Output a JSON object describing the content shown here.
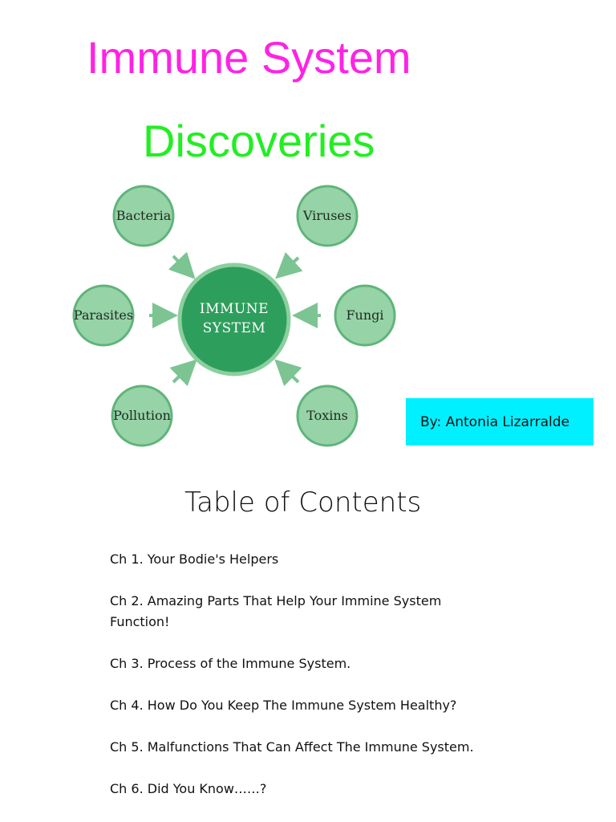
{
  "title": {
    "line1": "Immune System",
    "line2": "Discoveries",
    "line1_color": "#ff22e5",
    "line2_color": "#22ee22"
  },
  "diagram": {
    "center": [
      "IMMUNE",
      "SYSTEM"
    ],
    "nodes": [
      "Bacteria",
      "Viruses",
      "Parasites",
      "Fungi",
      "Pollution",
      "Toxins"
    ],
    "colors": {
      "node_fill": "#96d3a6",
      "node_stroke": "#5fb47a",
      "center_fill": "#2e9e5d",
      "arrow": "#7cc492"
    }
  },
  "author": {
    "text": "By: Antonia Lizarralde",
    "background": "#00f0ff"
  },
  "toc": {
    "heading": "Table of Contents",
    "chapters": [
      "Ch 1. Your Bodie's Helpers",
      "Ch 2. Amazing Parts That Help Your Immine System Function!",
      "Ch 3. Process of the Immune System.",
      "Ch 4. How Do You Keep The Immune System Healthy?",
      "Ch 5. Malfunctions That Can Affect The Immune System.",
      "Ch 6. Did You Know……?"
    ]
  }
}
